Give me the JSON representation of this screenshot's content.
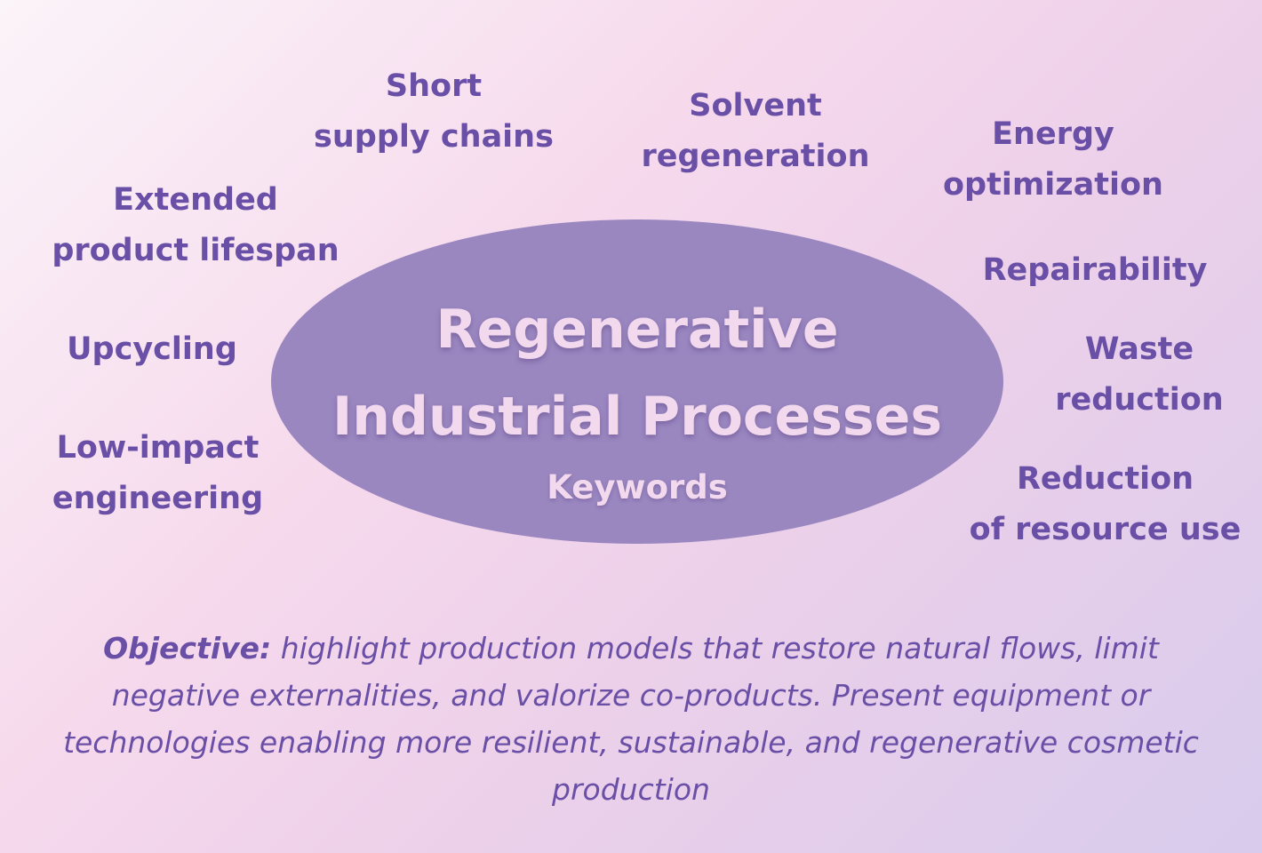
{
  "center": {
    "title_line1": "Regenerative",
    "title_line2": "Industrial Processes",
    "subtitle": "Keywords"
  },
  "keywords": {
    "short_supply_chains": [
      "Short",
      "supply chains"
    ],
    "solvent_regeneration": [
      "Solvent",
      "regeneration"
    ],
    "energy_optimization": [
      "Energy",
      "optimization"
    ],
    "extended_product_lifespan": [
      "Extended",
      "product lifespan"
    ],
    "repairability": [
      "Repairability"
    ],
    "upcycling": [
      "Upcycling"
    ],
    "waste_reduction": [
      "Waste",
      "reduction"
    ],
    "low_impact_engineering": [
      "Low-impact",
      "engineering"
    ],
    "reduction_of_resource_use": [
      "Reduction",
      "of resource use"
    ]
  },
  "objective": {
    "lead": "Objective:",
    "text": " highlight production models that restore natural flows, limit negative externalities, and valorize co-products. Present equipment or technologies enabling more resilient, sustainable, and regenerative cosmetic production"
  },
  "colors": {
    "keyword_text": "#6a4fa6",
    "ellipse_fill": "#9a87c0",
    "center_text": "#f3d9ee"
  }
}
